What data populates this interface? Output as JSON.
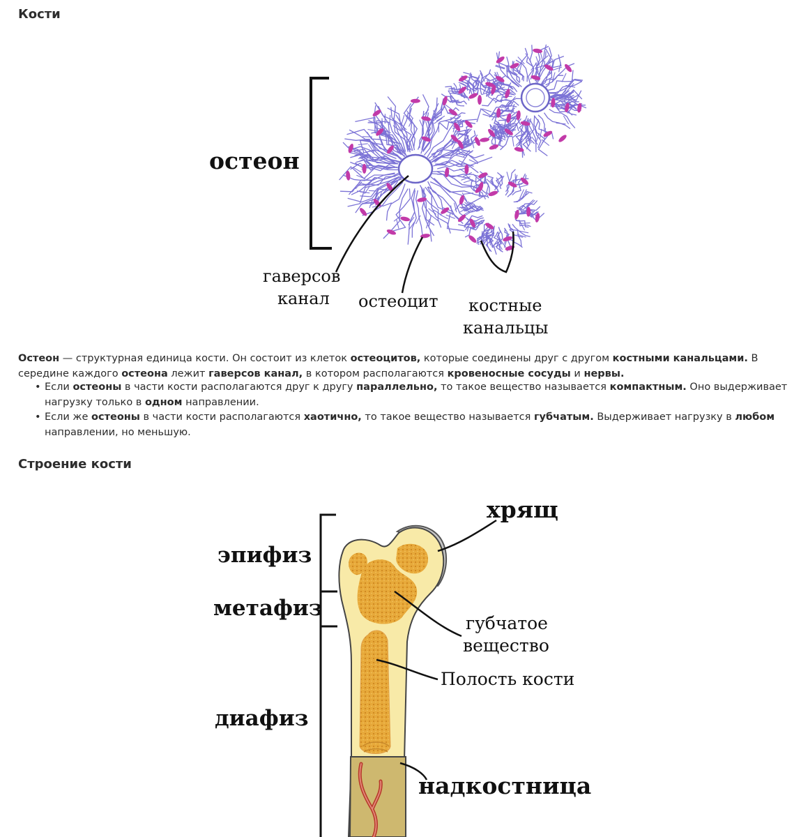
{
  "section1": {
    "title": "Кости",
    "figure": {
      "label_osteon": "остеон",
      "label_canal_line1": "гаверсов",
      "label_canal_line2": "канал",
      "label_osteocyte": "остеоцит",
      "label_canaliculi_line1": "костные",
      "label_canaliculi_line2": "канальцы"
    },
    "paragraph": {
      "s1": "Остеон",
      "s2": " — структурная единица кости. Он состоит из клеток ",
      "s3": "остеоцитов,",
      "s4": " которые соединены друг с другом ",
      "s5": "костными канальцами.",
      "s6": " В середине каждого ",
      "s7": "остеона",
      "s8": " лежит ",
      "s9": "гаверсов канал,",
      "s10": " в котором располагаются ",
      "s11": "кровеносные сосуды",
      "s12": " и ",
      "s13": "нервы."
    },
    "bullets": [
      {
        "p1": "Если ",
        "b1": "остеоны",
        "p2": " в части кости располагаются друг к другу ",
        "b2": "параллельно,",
        "p3": " то такое вещество называется ",
        "b3": "компактным.",
        "p4": " Оно выдерживает нагрузку только в ",
        "b4": "одном",
        "p5": " направлении."
      },
      {
        "p1": "Если же ",
        "b1": "остеоны",
        "p2": " в части кости располагаются ",
        "b2": "хаотично,",
        "p3": " то такое вещество называется ",
        "b3": "губчатым.",
        "p4": " Выдерживает нагрузку в ",
        "b4": "любом",
        "p5": " направлении, но меньшую."
      }
    ]
  },
  "section2": {
    "title": "Строение кости",
    "figure": {
      "label_cartilage": "хрящ",
      "label_epiphysis": "эпифиз",
      "label_metaphysis": "метафиз",
      "label_diaphysis": "диафиз",
      "label_spongy_line1": "губчатое",
      "label_spongy_line2": "вещество",
      "label_cavity": "Полость кости",
      "label_periosteum": "надкостница"
    }
  },
  "colors": {
    "fibers": "#7b72d6",
    "osteocytes": "#c23aa8",
    "bone_yellow": "#f7e9a6",
    "spongy": "#e3a32c",
    "cartilage": "#c9c9c9",
    "periosteum": "#cdb56a",
    "vessel": "#c0392b"
  }
}
